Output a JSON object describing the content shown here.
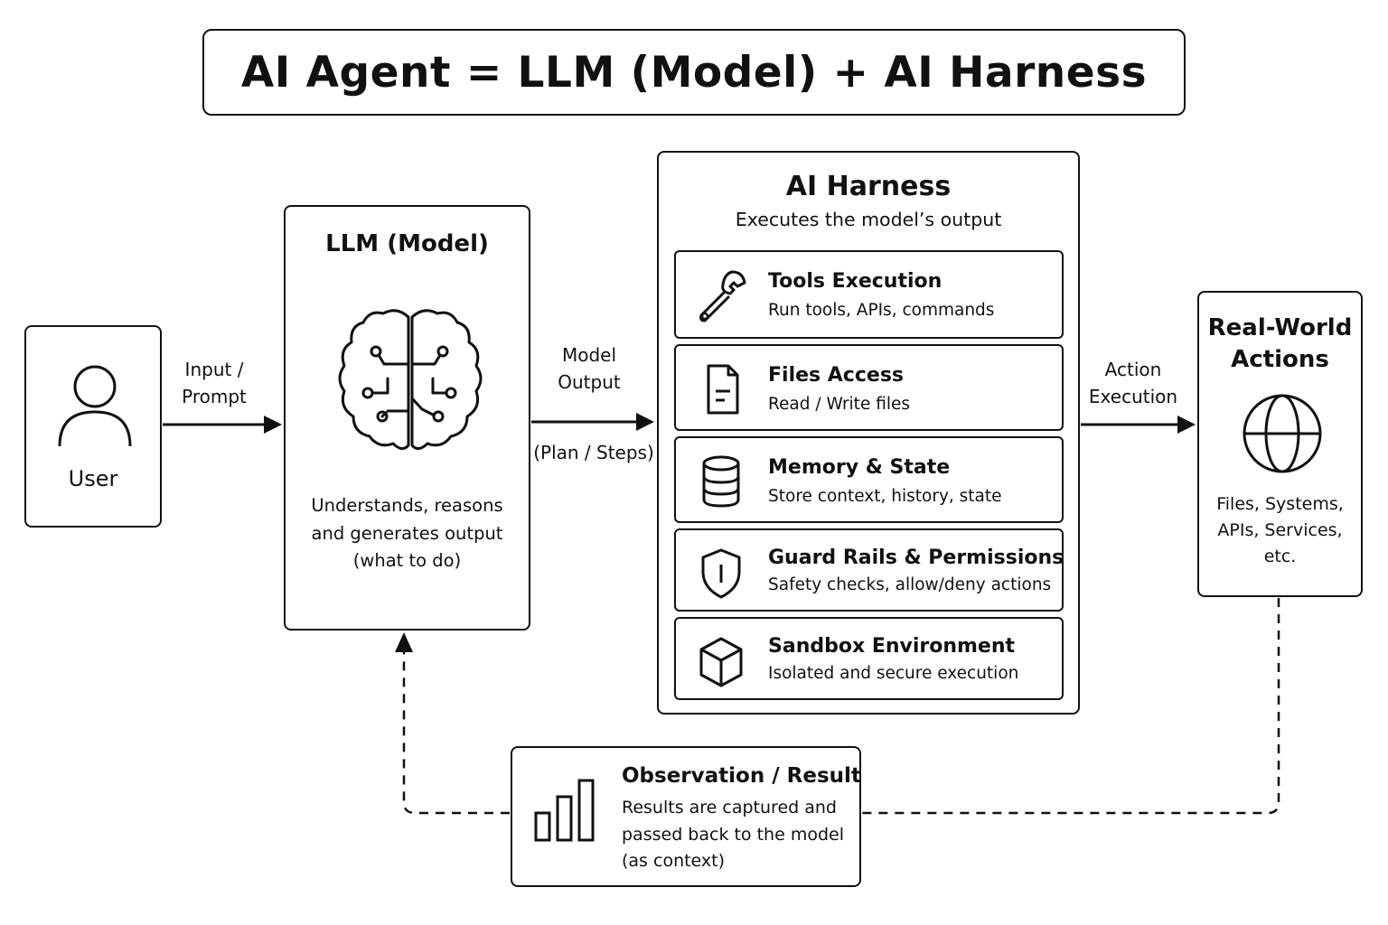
{
  "title": "AI Agent = LLM (Model) + AI Harness",
  "user": {
    "label": "User",
    "icon": "user-icon"
  },
  "input_label": {
    "line1": "Input /",
    "line2": "Prompt"
  },
  "llm": {
    "title": "LLM (Model)",
    "icon": "brain-circuit-icon",
    "desc_line1": "Understands, reasons",
    "desc_line2": "and generates output",
    "desc_line3": "(what to do)"
  },
  "model_output_label": {
    "line1": "Model",
    "line2": "Output",
    "line3": "(Plan / Steps)"
  },
  "harness": {
    "title": "AI Harness",
    "subtitle": "Executes the model’s output",
    "cards": [
      {
        "title": "Tools Execution",
        "desc": "Run tools, APIs, commands",
        "icon": "wrench-icon"
      },
      {
        "title": "Files Access",
        "desc": "Read / Write files",
        "icon": "file-icon"
      },
      {
        "title": "Memory & State",
        "desc": "Store context, history, state",
        "icon": "database-icon"
      },
      {
        "title": "Guard Rails & Permissions",
        "desc": "Safety checks, allow/deny actions",
        "icon": "shield-icon"
      },
      {
        "title": "Sandbox Environment",
        "desc": "Isolated and secure execution",
        "icon": "cube-icon"
      }
    ]
  },
  "action_label": {
    "line1": "Action",
    "line2": "Execution"
  },
  "real_world": {
    "title_line1": "Real-World",
    "title_line2": "Actions",
    "icon": "globe-icon",
    "desc_line1": "Files, Systems,",
    "desc_line2": "APIs, Services,",
    "desc_line3": "etc."
  },
  "observation": {
    "title": "Observation / Result",
    "icon": "bar-chart-icon",
    "desc_line1": "Results are captured and",
    "desc_line2": "passed back to the model",
    "desc_line3": "(as context)"
  }
}
